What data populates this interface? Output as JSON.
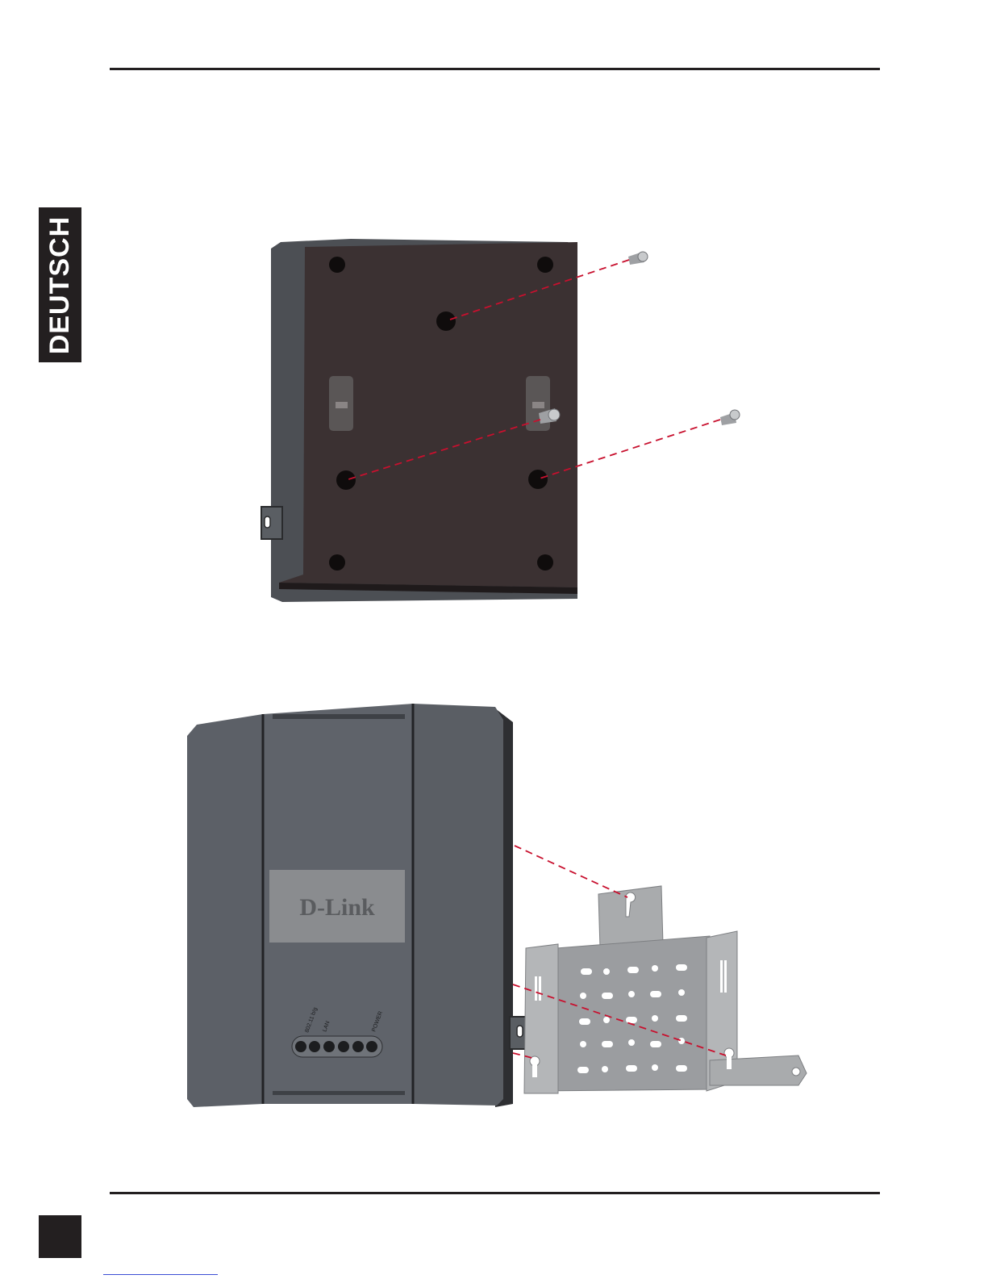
{
  "sidebar": {
    "language_tab": "DEUTSCH"
  },
  "device_front": {
    "brand_logo": "D-Link",
    "led_labels": [
      "802.11 b/g",
      "LAN",
      "POWER"
    ]
  },
  "colors": {
    "device_dark": "#3b3132",
    "device_shell": "#5a5e63",
    "bracket": "#a9abad",
    "guide_lines": "#c8102e",
    "rule": "#231f20"
  }
}
